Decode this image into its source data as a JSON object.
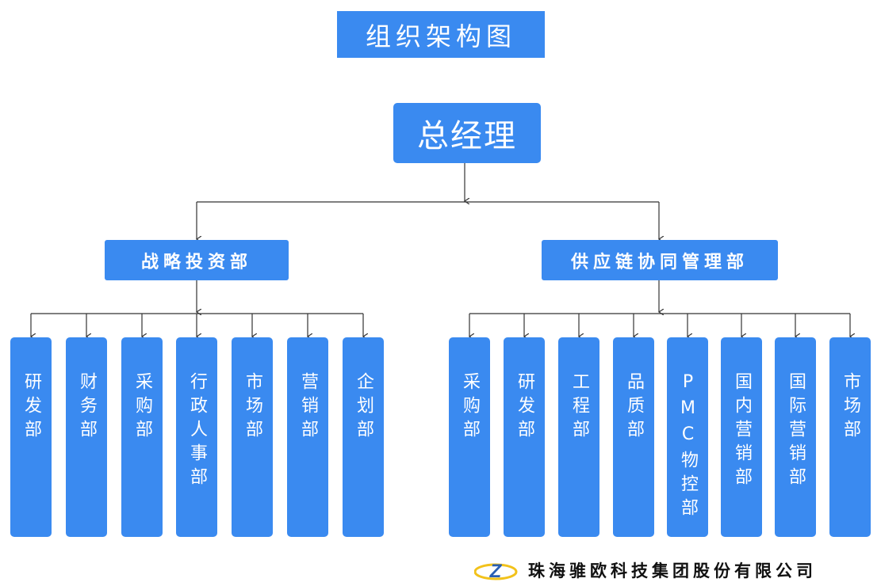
{
  "title": "组织架构图",
  "ceo": "总经理",
  "divisions": {
    "left": {
      "name": "战略投资部",
      "departments": [
        "研发部",
        "财务部",
        "采购部",
        "行政人事部",
        "市场部",
        "营销部",
        "企划部"
      ]
    },
    "right": {
      "name": "供应链协同管理部",
      "departments": [
        "采购部",
        "研发部",
        "工程部",
        "品质部",
        "PMC物控部",
        "国内营销部",
        "国际营销部",
        "市场部"
      ]
    }
  },
  "footer": {
    "company": "珠海骓欧科技集团股份有限公司",
    "logo_text": "Z"
  },
  "colors": {
    "box": "#3a8af0",
    "line": "#333333",
    "logo_yellow": "#f2c21b",
    "logo_blue": "#2a5fb3"
  }
}
